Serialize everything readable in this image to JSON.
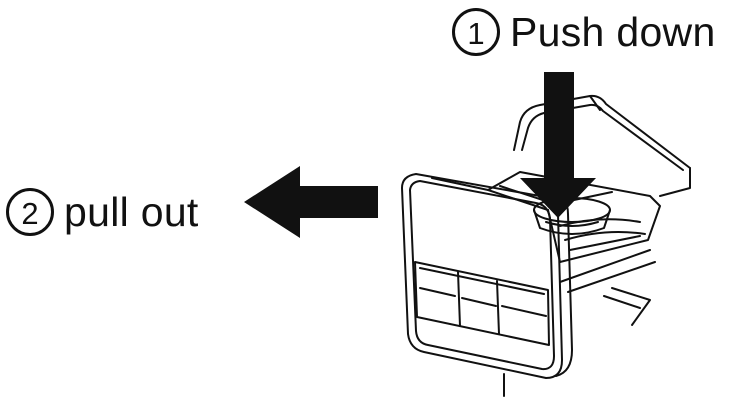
{
  "steps": [
    {
      "number": "1",
      "text": "Push down"
    },
    {
      "number": "2",
      "text": "pull out"
    }
  ],
  "colors": {
    "ink": "#111111",
    "background": "#ffffff"
  },
  "icons": {
    "push_arrow": "arrow-down-icon",
    "pull_arrow": "arrow-left-icon"
  }
}
